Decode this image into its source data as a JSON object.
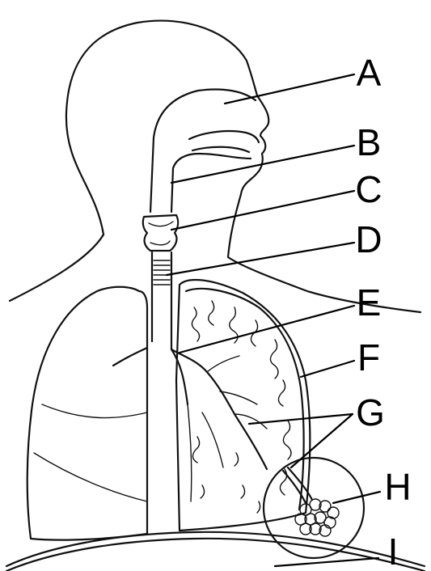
{
  "labels": [
    {
      "id": "A",
      "text": "A"
    },
    {
      "id": "B",
      "text": "B"
    },
    {
      "id": "C",
      "text": "C"
    },
    {
      "id": "D",
      "text": "D"
    },
    {
      "id": "E",
      "text": "E"
    },
    {
      "id": "F",
      "text": "F"
    },
    {
      "id": "G",
      "text": "G"
    },
    {
      "id": "H",
      "text": "H"
    },
    {
      "id": "I",
      "text": "I"
    }
  ],
  "colors": {
    "line": "#111111",
    "lung_fill": "#cfcfcf",
    "background": "#ffffff"
  }
}
